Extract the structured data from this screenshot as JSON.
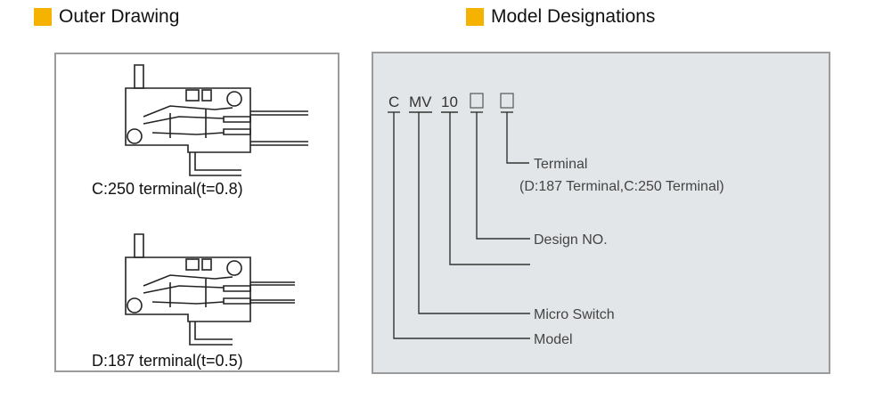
{
  "colors": {
    "accent": "#f6b200",
    "panel_border": "#9b9b9b",
    "designation_bg": "#e3e6e8"
  },
  "outer_drawing": {
    "title": "Outer Drawing",
    "drawings": [
      {
        "caption": "C:250 terminal(t=0.8)"
      },
      {
        "caption": "D:187 terminal(t=0.5)"
      }
    ]
  },
  "model_designations": {
    "title": "Model Designations",
    "code_parts": [
      "C",
      "MV",
      "10"
    ],
    "boxes": 2,
    "labels": {
      "terminal": "Terminal",
      "terminal_options": "(D:187 Terminal,C:250 Terminal)",
      "design_no": "Design NO.",
      "blank": "",
      "micro_switch": "Micro Switch",
      "model": "Model"
    }
  }
}
